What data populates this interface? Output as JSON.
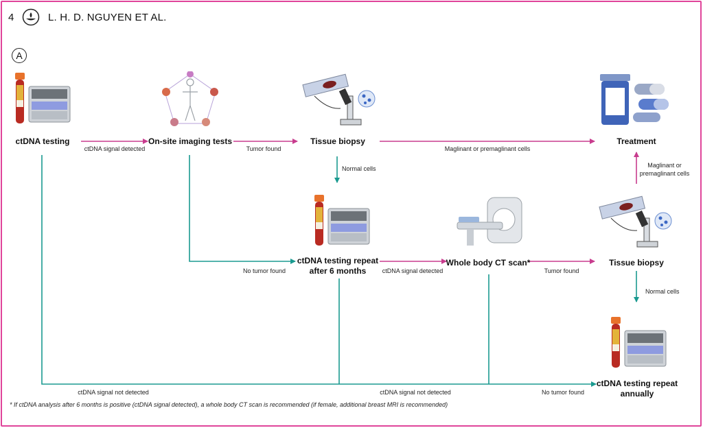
{
  "header": {
    "page_number": "4",
    "authors": "L. H. D. NGUYEN ET AL."
  },
  "panel_label": "A",
  "colors": {
    "frame": "#e0449a",
    "magenta_arrow": "#c83c8e",
    "teal_arrow": "#1a9a90"
  },
  "nodes": {
    "ctdna_testing": "ctDNA testing",
    "onsite_imaging": "On-site imaging tests",
    "tissue_biopsy_1": "Tissue biopsy",
    "treatment": "Treatment",
    "ctdna_repeat_6m_line1": "ctDNA testing repeat",
    "ctdna_repeat_6m_line2": "after 6 months",
    "whole_body_ct": "Whole body CT scan*",
    "tissue_biopsy_2": "Tissue biopsy",
    "ctdna_repeat_annual_line1": "ctDNA testing repeat",
    "ctdna_repeat_annual_line2": "annually"
  },
  "edges": {
    "ctdna_signal_detected_1": "ctDNA signal detected",
    "tumor_found_1": "Tumor found",
    "malignant_1": "Maglinant or premaglinant cells",
    "normal_cells_1": "Normal cells",
    "malignant_2_line1": "Maglinant or",
    "malignant_2_line2": "premaglinant cells",
    "no_tumor_found_1": "No tumor found",
    "ctdna_signal_detected_2": "ctDNA signal detected",
    "tumor_found_2": "Tumor found",
    "normal_cells_2": "Normal cells",
    "ctdna_not_detected_1": "ctDNA signal not detected",
    "ctdna_not_detected_2": "ctDNA signal not detected",
    "no_tumor_found_2": "No tumor found"
  },
  "icons": [
    "journal-logo-icon",
    "blood-tube-icon",
    "sequencer-icon",
    "human-organs-icon",
    "microscope-slide-icon",
    "pill-bottle-icon",
    "capsules-icon",
    "ct-scanner-icon"
  ],
  "footnote": "* If ctDNA analysis after 6 months is positive (ctDNA signal detected), a whole body CT scan is recommended (if female, additional breast MRI is recommended)"
}
